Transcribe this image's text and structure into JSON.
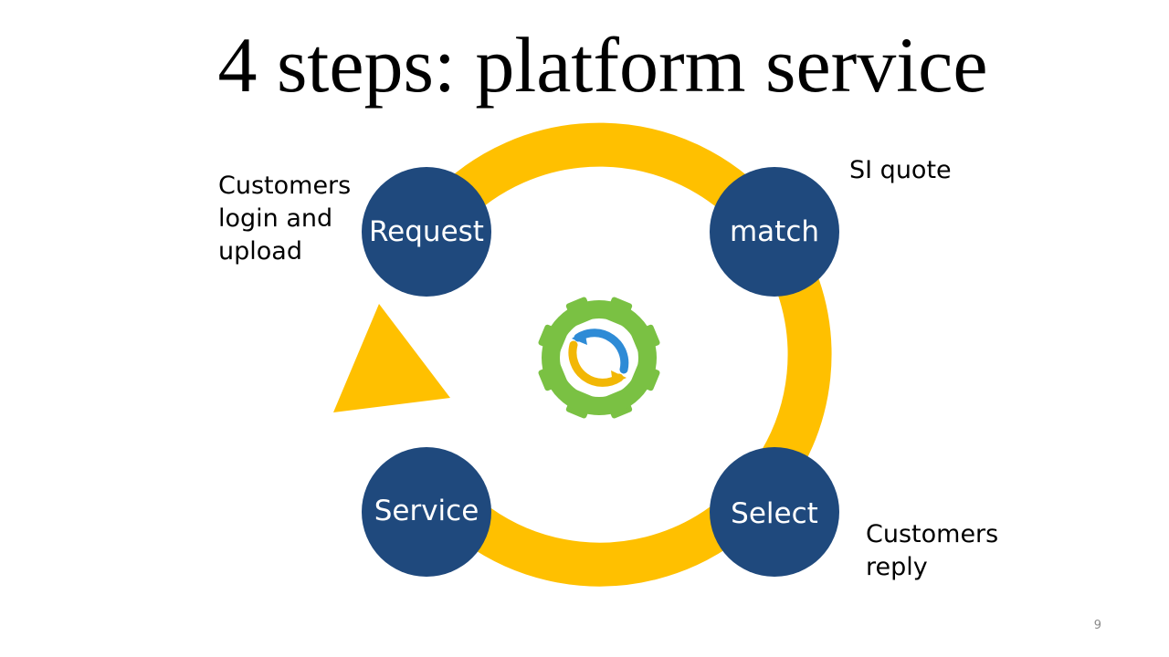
{
  "slide": {
    "title": "4 steps: platform service",
    "page_number": "9"
  },
  "colors": {
    "node_fill": "#1F497D",
    "ring": "#FFC000",
    "gear": "#7AC143",
    "arrow_blue": "#2E8BD6",
    "arrow_yellow": "#F2B705"
  },
  "nodes": [
    {
      "label": "Request"
    },
    {
      "label": "match"
    },
    {
      "label": "Select"
    },
    {
      "label": "Service"
    }
  ],
  "notes": {
    "request": [
      "Customers",
      "login and",
      "upload"
    ],
    "match": [
      "SI quote"
    ],
    "select": [
      "Customers",
      "reply"
    ]
  },
  "icons": {
    "center": "gear-cycle-icon"
  }
}
